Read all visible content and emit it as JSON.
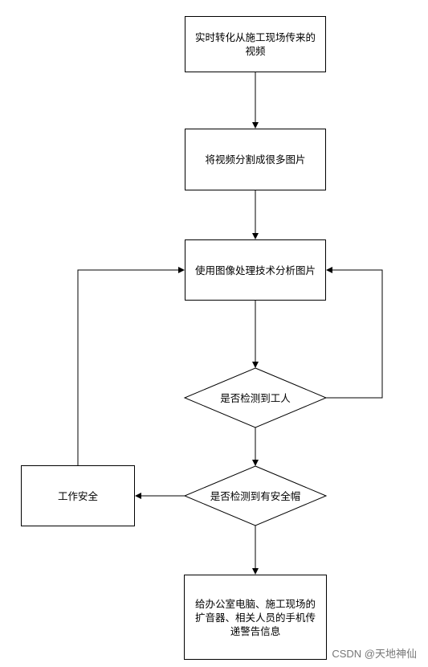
{
  "nodes": {
    "video_convert": "实时转化从施工现场传来的视频",
    "split_images": "将视频分割成很多图片",
    "image_analysis": "使用图像处理技术分析图片",
    "detect_worker": "是否检测到工人",
    "detect_helmet": "是否检测到有安全帽",
    "work_safe": "工作安全",
    "send_warning": "给办公室电脑、施工现场的扩音器、相关人员的手机传递警告信息"
  },
  "watermark": "CSDN @天地神仙",
  "colors": {
    "stroke": "#000000",
    "background": "#ffffff",
    "watermark": "#777777"
  }
}
